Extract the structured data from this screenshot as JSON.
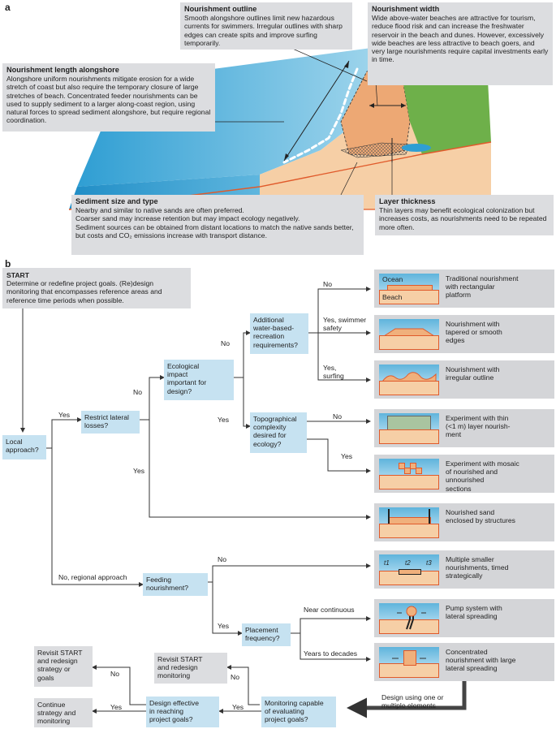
{
  "panel_a": {
    "label": "a",
    "callouts": [
      {
        "title": "Nourishment outline",
        "body": "Smooth alongshore outlines limit new hazardous currents for swimmers. Irregular outlines with sharp edges can create spits and improve surfing temporarily."
      },
      {
        "title": "Nourishment width",
        "body": "Wide above-water beaches are attractive for tourism, reduce flood risk and can increase the freshwater reservoir in the beach and dunes. However, excessively wide beaches are less attractive to beach goers, and very large nourishments require capital investments early in time."
      },
      {
        "title": "Nourishment length alongshore",
        "body": "Alongshore uniform nourishments mitigate erosion for a wide stretch of coast but also require the temporary closure of large stretches of beach. Concentrated feeder nourishments can be used to supply sediment to a larger along-coast region, using natural forces to spread sediment alongshore, but require regional coordination."
      },
      {
        "title": "Sediment size and type",
        "body": "Nearby and similar to native sands are often preferred.\nCoarser sand may increase retention but may impact ecology negatively.\nSediment sources can be obtained from distant locations to match the native sands better, but costs and CO₂ emissions increase with transport distance."
      },
      {
        "title": "Layer thickness",
        "body": "Thin layers may benefit ecological colonization but increases costs, as nourishments need to be repeated more often."
      }
    ]
  },
  "panel_b": {
    "label": "b",
    "start": {
      "title": "START",
      "body": "Determine or redefine project goals. (Re)design monitoring that encompasses reference areas and reference time periods when possible."
    },
    "nodes": {
      "local": "Local\napproach?",
      "restrict": "Restrict lateral\nlosses?",
      "eco": "Ecological\nimpact\nimportant for\ndesign?",
      "water": "Additional\nwater-based-\nrecreation\nrequirements?",
      "topo": "Topographical\ncomplexity\ndesired for\necology?",
      "feeding": "Feeding\nnourishment?",
      "placement": "Placement\nfrequency?",
      "monitoring": "Monitoring capable\nof evaluating\nproject goals?",
      "design_eff": "Design effective\nin reaching\nproject goals?"
    },
    "revisit": {
      "r1": "Revisit START\nand redesign\nstrategy or\ngoals",
      "r2": "Revisit START\nand redesign\nmonitoring",
      "r3": "Continue\nstrategy and\nmonitoring"
    },
    "edges": {
      "yes1": "Yes",
      "no_eco": "No",
      "yes_eco": "Yes",
      "no_water": "No",
      "yes_swim": "Yes, swimmer\nsafety",
      "yes_surf": "Yes,\nsurfing",
      "no_topo": "No",
      "yes_topo": "Yes",
      "yes_restrict": "Yes",
      "no_regional": "No, regional approach",
      "no_feed": "No",
      "yes_feed": "Yes",
      "near_cont": "Near continuous",
      "years": "Years to decades",
      "no_mon": "No",
      "yes_mon": "Yes",
      "no_eff": "No",
      "yes_eff": "Yes",
      "design_using": "Design using one or\nmultiple elements"
    },
    "outcomes": [
      "Traditional nourishment\nwith rectangular\nplatform",
      "Nourishment with\ntapered or smooth\nedges",
      "Nourishment with\nirregular outline",
      "Experiment with thin\n(<1 m) layer nourish-\nment",
      "Experiment with mosaic\nof nourished and\nunnourished\nsections",
      "Nourished sand\nenclosed by structures",
      "Multiple smaller\nnourishments, timed\nstrategically",
      "Pump system with\nlateral spreading",
      "Concentrated\nnourishment with large\nlateral spreading"
    ],
    "thumb_labels": {
      "ocean": "Ocean",
      "beach": "Beach",
      "t1": "t1",
      "t2": "t2",
      "t3": "t3"
    }
  },
  "colors": {
    "sea": "#3aa6d6",
    "sand": "#f6cfa6",
    "dune": "#6eb04a",
    "node": "#c6e2f1",
    "callout": "#dcdde0",
    "edge": "#e05a2b"
  }
}
